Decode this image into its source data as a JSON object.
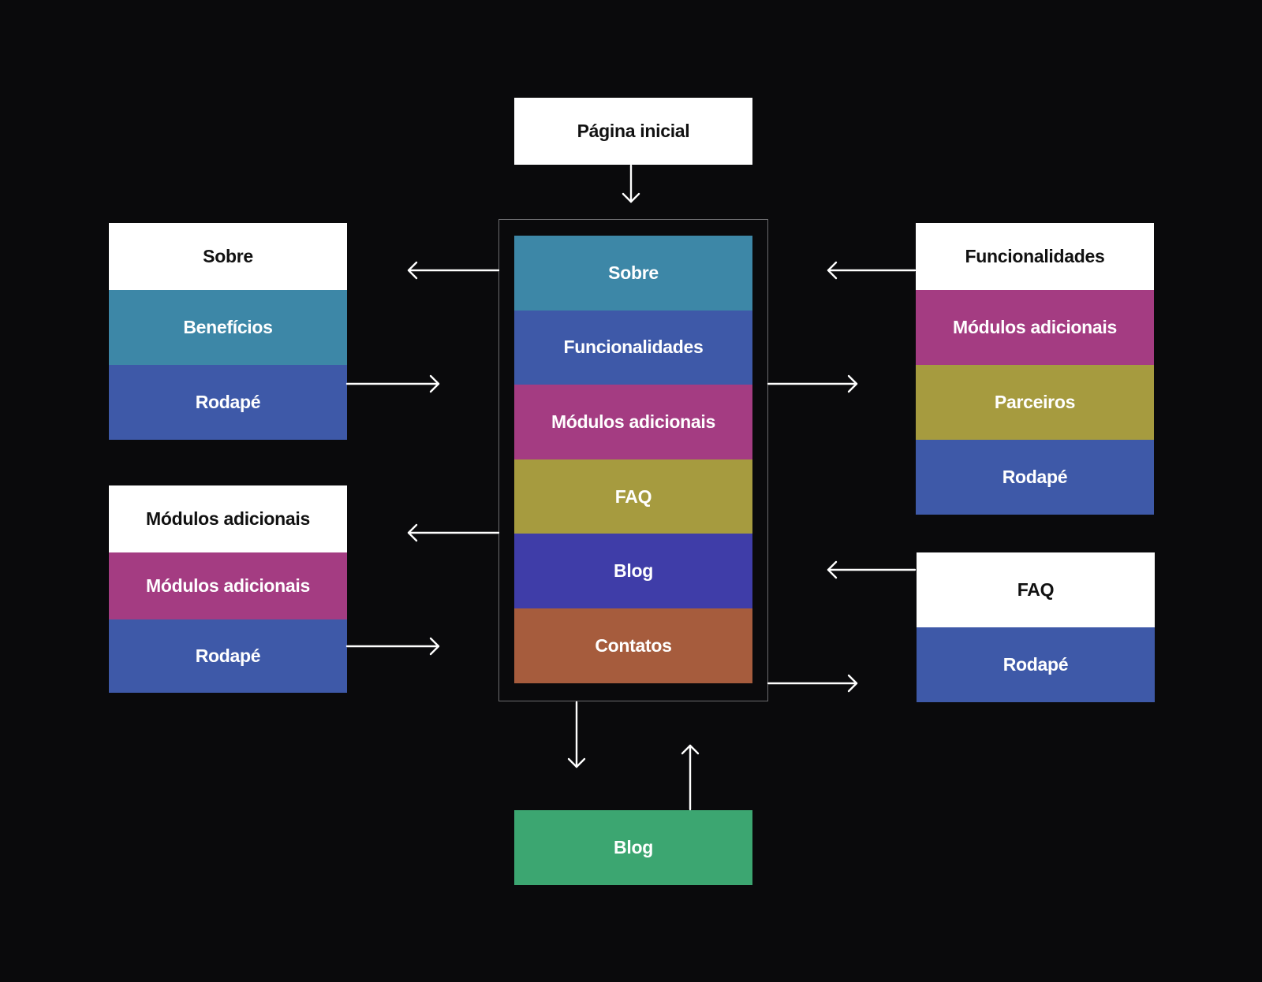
{
  "colors": {
    "background": "#0a0a0c",
    "header": "#ffffff",
    "sobre": "#3d87a7",
    "funcionalidades": "#3e59a8",
    "rodape": "#3e59a8",
    "modulos": "#a43c82",
    "faq": "#a69b3f",
    "parceiros": "#a69b3f",
    "blog": "#3f3da8",
    "contatos": "#a65c3d",
    "blog_page": "#3ca671",
    "beneficios": "#3d87a7",
    "arrow": "#ffffff",
    "frame_border": "#6b6b6e"
  },
  "home": {
    "title": "Página inicial",
    "sections": [
      {
        "label": "Sobre",
        "color": "#3d87a7"
      },
      {
        "label": "Funcionalidades",
        "color": "#3e59a8"
      },
      {
        "label": "Módulos adicionais",
        "color": "#a43c82"
      },
      {
        "label": "FAQ",
        "color": "#a69b3f"
      },
      {
        "label": "Blog",
        "color": "#3f3da8"
      },
      {
        "label": "Contatos",
        "color": "#a65c3d"
      }
    ]
  },
  "pages": {
    "sobre": {
      "title": "Sobre",
      "sections": [
        {
          "label": "Benefícios",
          "color": "#3d87a7"
        },
        {
          "label": "Rodapé",
          "color": "#3e59a8"
        }
      ]
    },
    "modulos": {
      "title": "Módulos adicionais",
      "sections": [
        {
          "label": "Módulos adicionais",
          "color": "#a43c82"
        },
        {
          "label": "Rodapé",
          "color": "#3e59a8"
        }
      ]
    },
    "funcionalidades": {
      "title": "Funcionalidades",
      "sections": [
        {
          "label": "Módulos adicionais",
          "color": "#a43c82"
        },
        {
          "label": "Parceiros",
          "color": "#a69b3f"
        },
        {
          "label": "Rodapé",
          "color": "#3e59a8"
        }
      ]
    },
    "faq": {
      "title": "FAQ",
      "sections": [
        {
          "label": "Rodapé",
          "color": "#3e59a8"
        }
      ]
    },
    "blog": {
      "title": "Blog",
      "color": "#3ca671"
    }
  }
}
